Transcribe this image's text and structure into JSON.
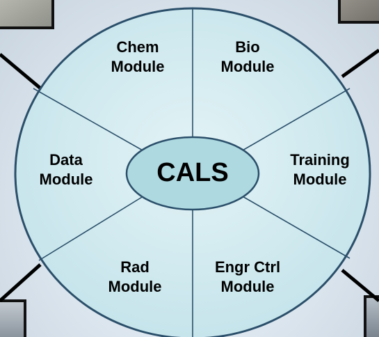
{
  "center": {
    "label": "CALS"
  },
  "segments": [
    {
      "id": "chem",
      "line1": "Chem",
      "line2": "Module"
    },
    {
      "id": "bio",
      "line1": "Bio",
      "line2": "Module"
    },
    {
      "id": "training",
      "line1": "Training",
      "line2": "Module"
    },
    {
      "id": "engr",
      "line1": "Engr Ctrl",
      "line2": "Module"
    },
    {
      "id": "rad",
      "line1": "Rad",
      "line2": "Module"
    },
    {
      "id": "data",
      "line1": "Data",
      "line2": "Module"
    }
  ],
  "colors": {
    "circle_fill": "#cfe9ef",
    "circle_stroke": "#2b4f6a",
    "center_fill": "#aed9e0",
    "divider": "#2b4f6a",
    "frame_stroke": "#111111",
    "connector": "#000000"
  }
}
